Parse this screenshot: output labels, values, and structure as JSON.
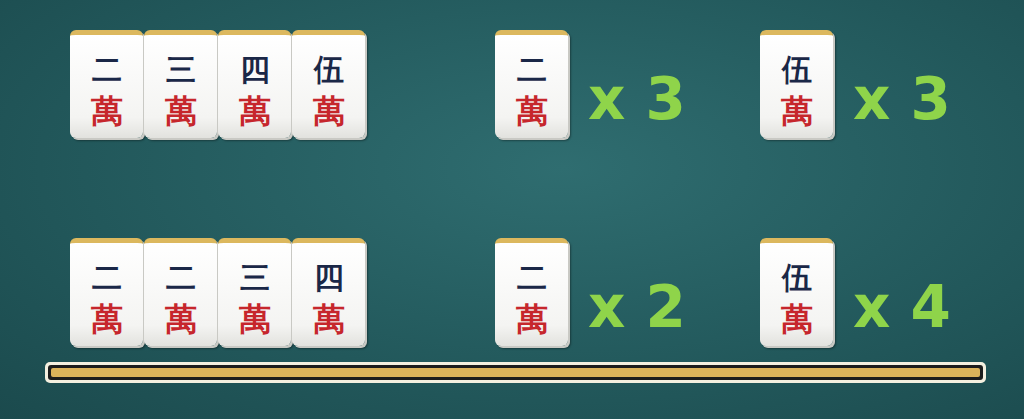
{
  "diagram": {
    "nodes": [
      {
        "text": [
          "二",
          "萬"
        ]
      },
      {
        "text": [
          "三",
          "萬"
        ]
      },
      {
        "text": [
          "四",
          "萬"
        ]
      },
      {
        "text": [
          "伍",
          "萬"
        ]
      },
      {
        "text": [
          "二",
          "萬"
        ]
      },
      {
        "text": [
          "伍",
          "萬"
        ]
      },
      {
        "text": [
          "二",
          "萬"
        ]
      },
      {
        "text": [
          "二",
          "萬"
        ]
      },
      {
        "text": [
          "三",
          "萬"
        ]
      },
      {
        "text": [
          "四",
          "萬"
        ]
      },
      {
        "text": [
          "二",
          "萬"
        ]
      },
      {
        "text": [
          "伍",
          "萬"
        ]
      }
    ],
    "labels": [
      "x 3",
      "x 3",
      "x 2",
      "x 4"
    ]
  }
}
